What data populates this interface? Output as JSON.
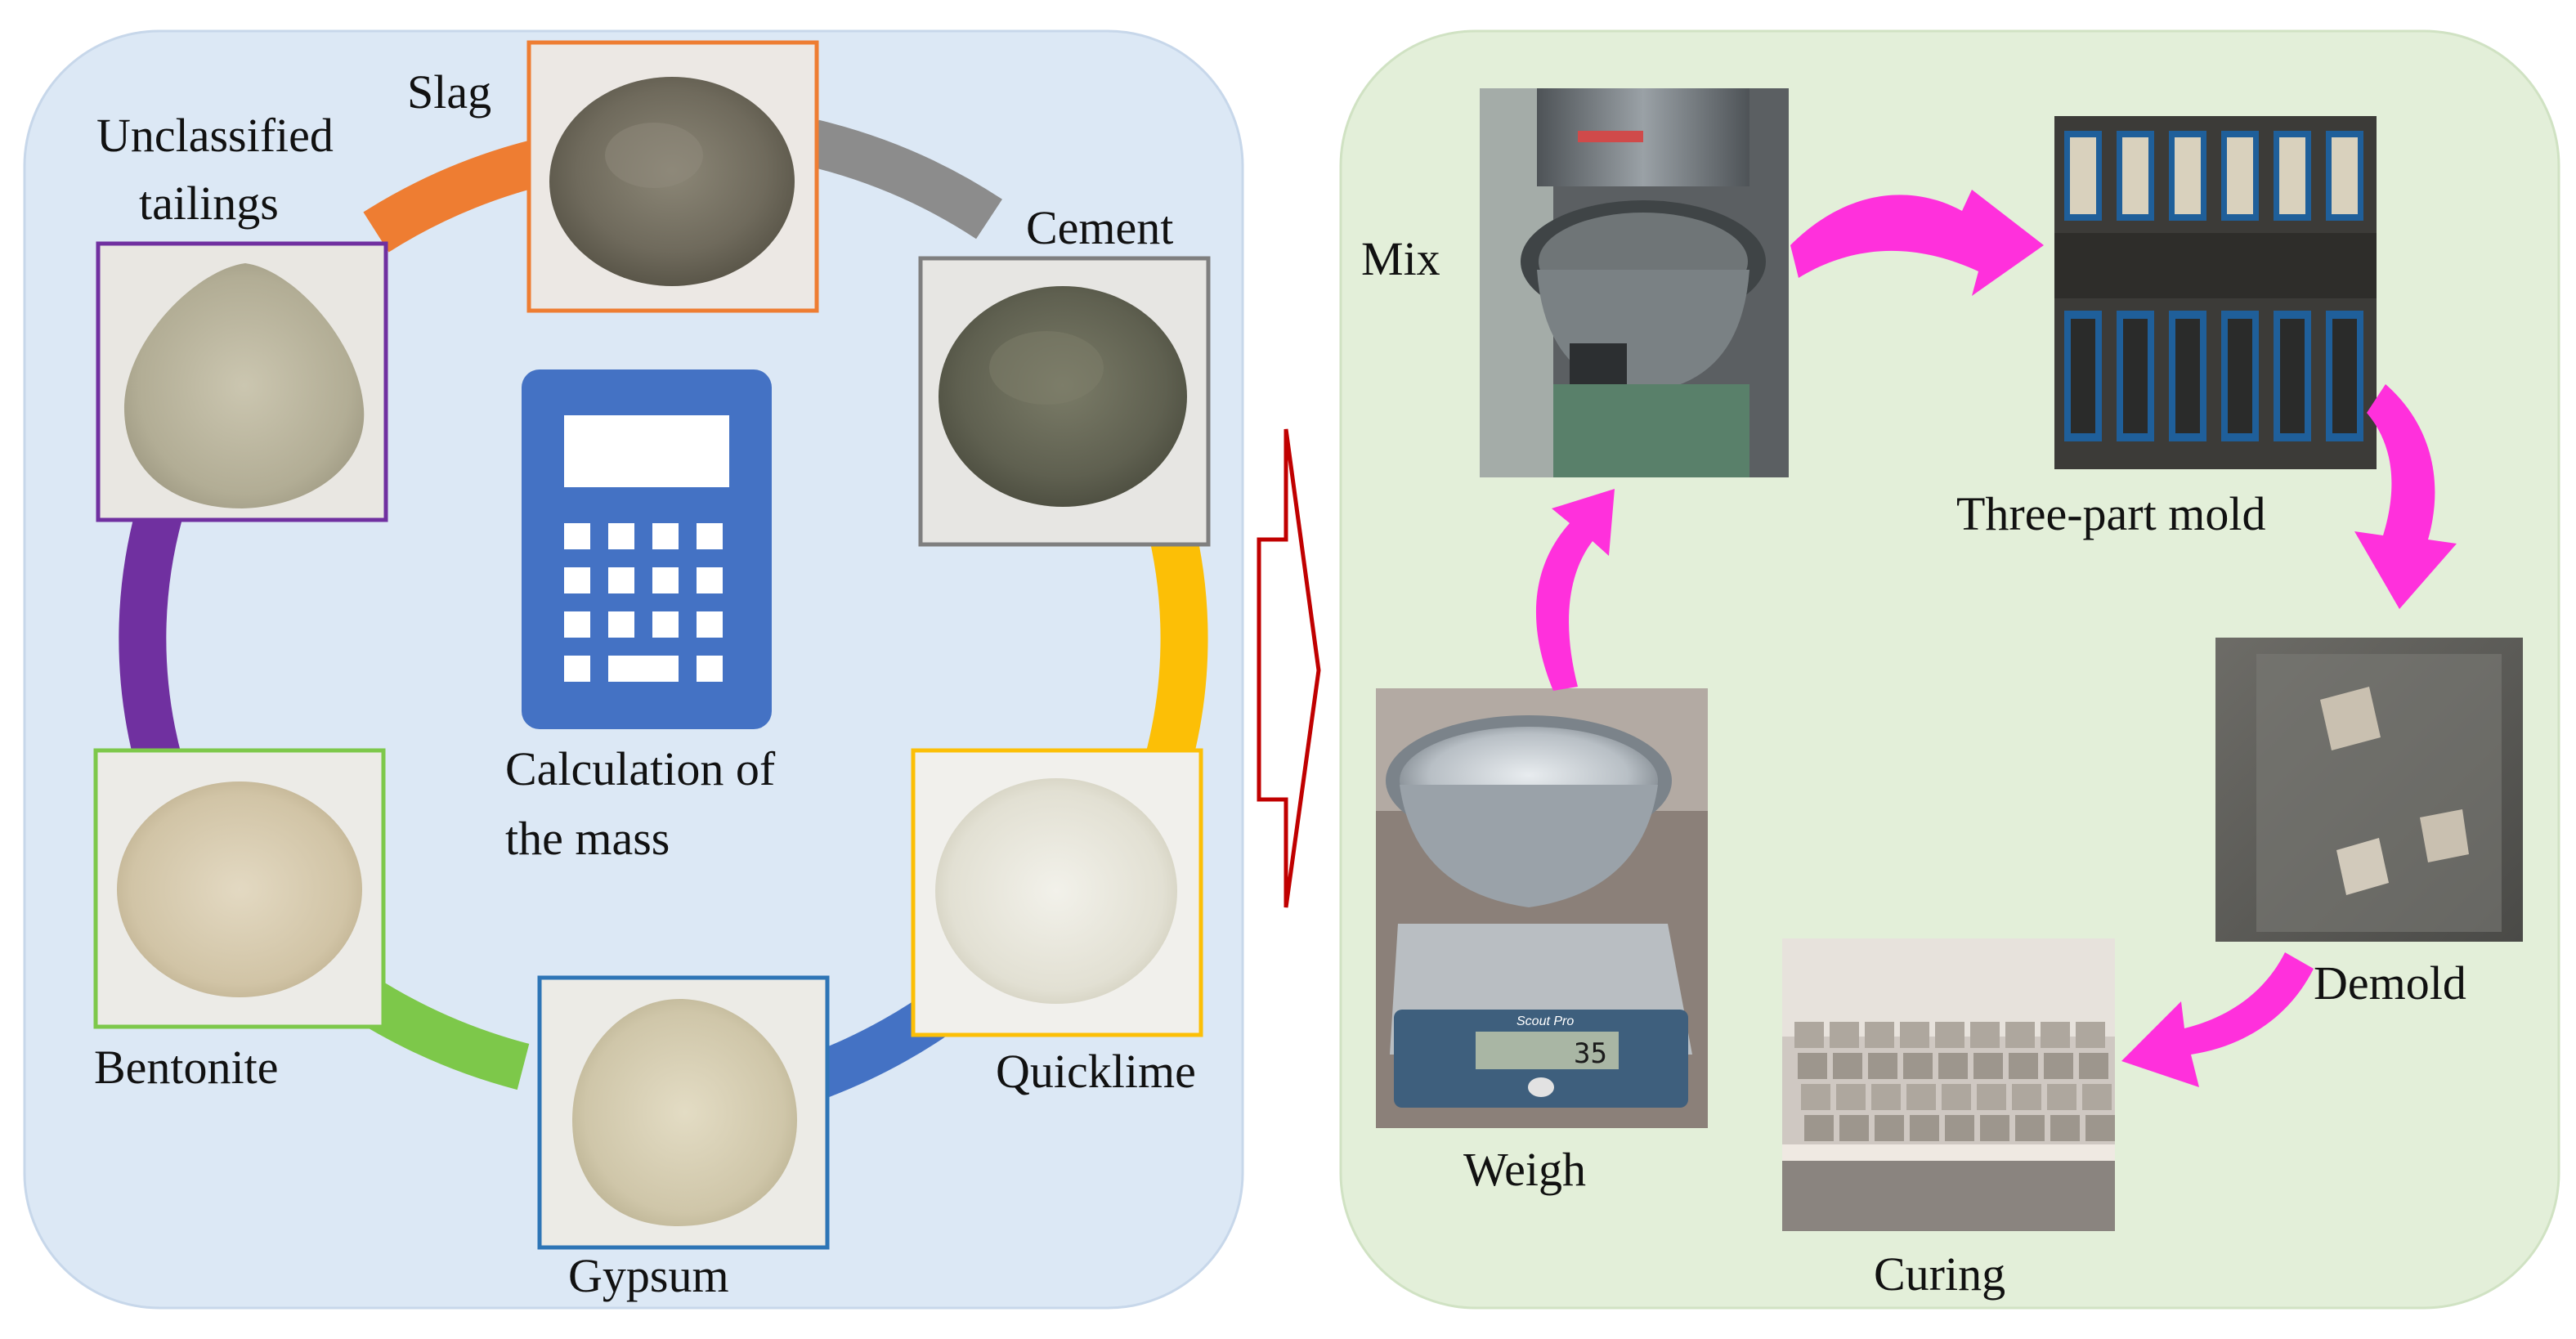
{
  "materials": {
    "slag": "Slag",
    "unclassified_tailings_line1": "Unclassified",
    "unclassified_tailings_line2": "tailings",
    "cement": "Cement",
    "quicklime": "Quicklime",
    "gypsum": "Gypsum",
    "bentonite": "Bentonite"
  },
  "center": {
    "line1": "Calculation of",
    "line2": "the mass",
    "icon": "calculator-icon"
  },
  "process": {
    "mix": "Mix",
    "three_part_mold": "Three-part mold",
    "demold": "Demold",
    "curing": "Curing",
    "weigh": "Weigh",
    "scale_reading": "35",
    "scale_brand": "Scout Pro"
  },
  "colors": {
    "left_panel": "#dce8f5",
    "right_panel": "#e3efd9",
    "ring_orange": "#ee7d32",
    "ring_gray": "#8c8c8c",
    "ring_yellow": "#fcbf06",
    "ring_blue": "#4472c4",
    "ring_green": "#7dc84a",
    "ring_purple": "#7030a0",
    "calculator": "#4472c4",
    "flow_arrow": "#ff30dc",
    "divider_arrow": "#c00000"
  }
}
